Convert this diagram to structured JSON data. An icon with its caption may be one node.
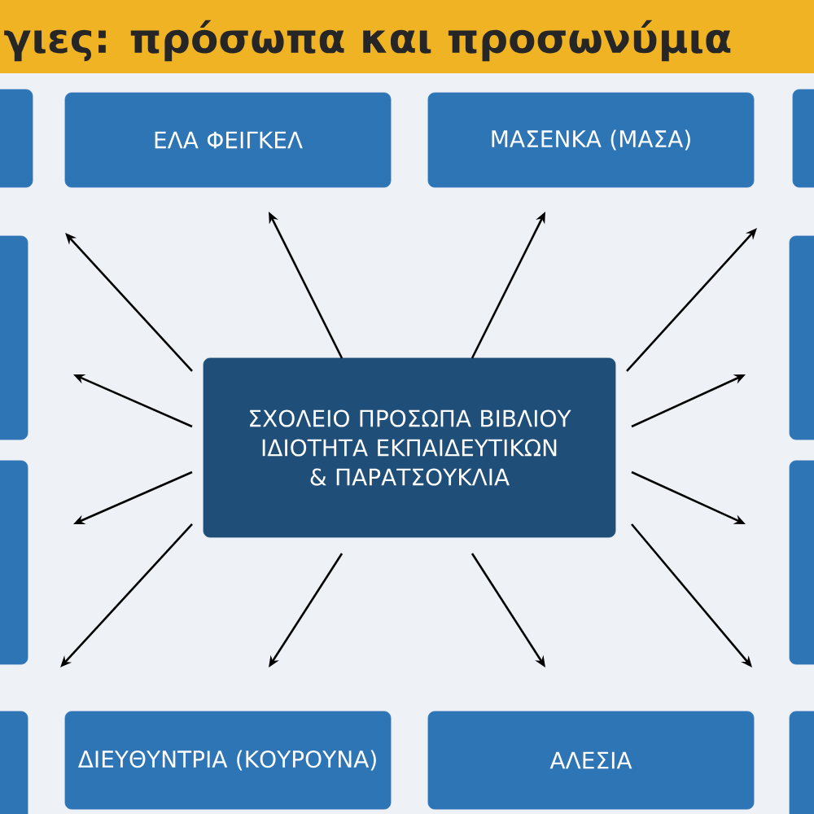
{
  "diagram": {
    "title": "γιες: πρόσωπα και προσωνύμια",
    "nodes": [
      {
        "text": [],
        "shape": "box"
      },
      {
        "text": [
          "ΕΛΑ ΦΕΙΓΚΕΛ"
        ]
      },
      {
        "text": [
          "ΜΑΣΕΝΚΑ (ΜΑΣΑ)"
        ]
      },
      {
        "text": [],
        "shape": "box"
      },
      {
        "text": [],
        "shape": "box"
      },
      {
        "text": [],
        "shape": "box"
      },
      {
        "text": [
          "ΣΧΟΛΕΙΟ ΠΡΟΣΩΠΑ ΒΙΒΛΙΟΥ ΙΔΙΟΤΗΤΑ ΕΚΠΑΙΔΕΥΤΙΚΩΝ & ΠΑΡΑΤΣΟΥΚΛΙΑ"
        ]
      },
      {
        "text": [],
        "shape": "box"
      },
      {
        "text": [],
        "shape": "box"
      },
      {
        "text": [],
        "shape": "box"
      },
      {
        "text": [
          "ΔΙΕΥΘΥΝΤΡΙΑ (ΚΟΥΡΟΥΝΑ)"
        ]
      },
      {
        "text": [
          "ΑΛΕΣΙΑ"
        ]
      },
      {
        "text": [],
        "shape": "box"
      }
    ],
    "edges": [
      {
        "from": 6,
        "to": 1,
        "arrow": "to"
      },
      {
        "from": 6,
        "to": 2,
        "arrow": "to"
      },
      {
        "from": 6,
        "to": 4,
        "arrow": "to"
      },
      {
        "from": 6,
        "to": 4,
        "arrow": "to"
      },
      {
        "from": 6,
        "to": 5,
        "arrow": "to"
      },
      {
        "from": 6,
        "to": 5,
        "arrow": "to"
      },
      {
        "from": 6,
        "to": 7,
        "arrow": "to"
      },
      {
        "from": 6,
        "to": 7,
        "arrow": "to"
      },
      {
        "from": 6,
        "to": 8,
        "arrow": "to"
      },
      {
        "from": 6,
        "to": 8,
        "arrow": "to"
      },
      {
        "from": 6,
        "to": 10,
        "arrow": "to"
      },
      {
        "from": 6,
        "to": 11,
        "arrow": "to"
      }
    ]
  }
}
